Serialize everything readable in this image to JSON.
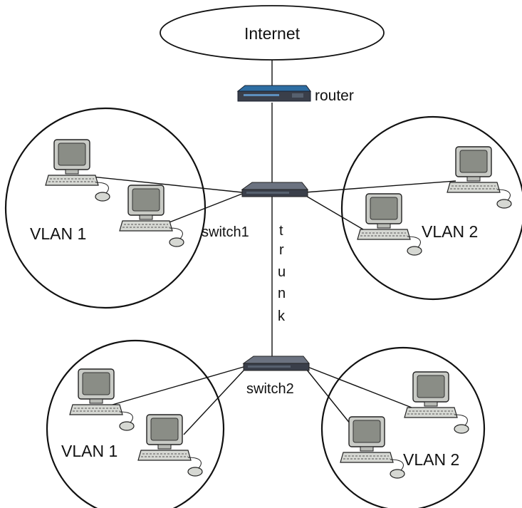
{
  "internet_label": "Internet",
  "router_label": "router",
  "switch1_label": "switch1",
  "switch2_label": "switch2",
  "trunk_letters": [
    "t",
    "r",
    "u",
    "n",
    "k"
  ],
  "vlans": {
    "top_left": "VLAN 1",
    "top_right": "VLAN 2",
    "bottom_left": "VLAN 1",
    "bottom_right": "VLAN 2"
  },
  "colors": {
    "device_body": "#3a3f4a",
    "device_face": "#56606e",
    "router_accent": "#2e6ea3",
    "monitor_screen": "#8a8d86",
    "monitor_frame": "#c9cbc6",
    "line": "#111111"
  },
  "icons": {
    "router": "router-icon",
    "switch": "switch-icon",
    "computer": "desktop-computer-icon"
  }
}
